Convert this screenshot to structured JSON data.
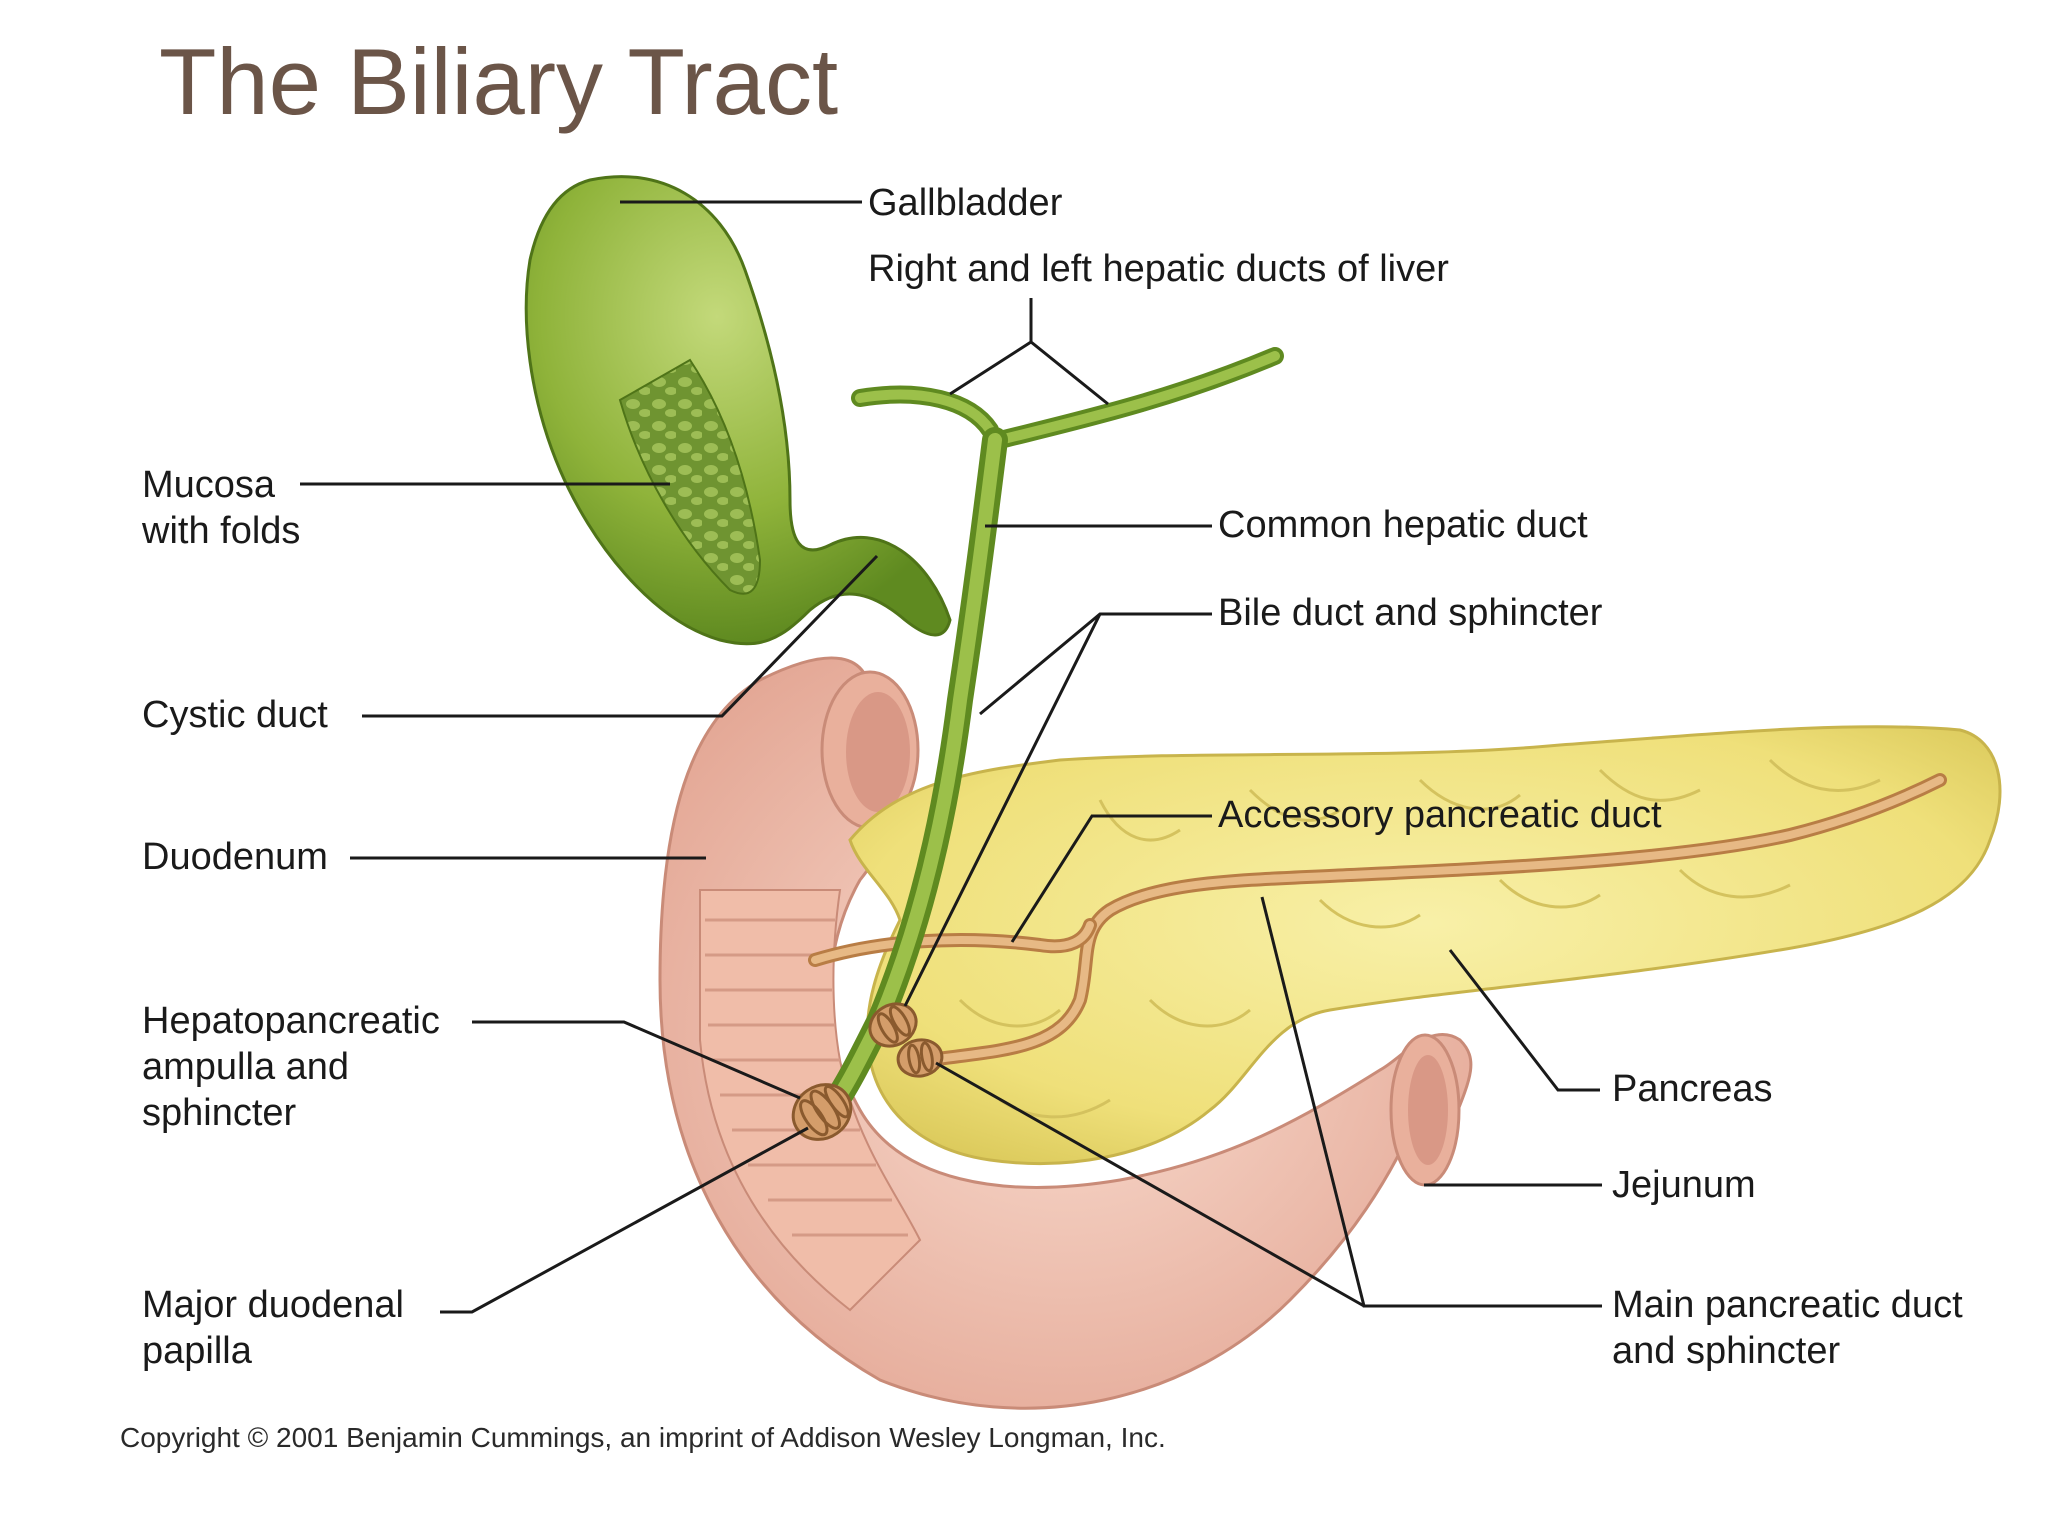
{
  "title": "The Biliary Tract",
  "labels": {
    "gallbladder": "Gallbladder",
    "hepatic_ducts": "Right and left hepatic ducts of liver",
    "mucosa_line1": "Mucosa",
    "mucosa_line2": "with folds",
    "common_hepatic_duct": "Common hepatic duct",
    "bile_duct": "Bile duct and sphincter",
    "cystic_duct": "Cystic duct",
    "accessory_pancreatic_duct": "Accessory pancreatic duct",
    "duodenum": "Duodenum",
    "ampulla_line1": "Hepatopancreatic",
    "ampulla_line2": "ampulla and",
    "ampulla_line3": "sphincter",
    "pancreas": "Pancreas",
    "jejunum": "Jejunum",
    "papilla_line1": "Major duodenal",
    "papilla_line2": "papilla",
    "main_duct_line1": "Main pancreatic duct",
    "main_duct_line2": "and sphincter"
  },
  "copyright": "Copyright © 2001 Benjamin Cummings, an imprint of Addison Wesley Longman, Inc.",
  "colors": {
    "title": "#6b5548",
    "gallbladder": "#8fb33a",
    "duct": "#7a9e2e",
    "duodenum": "#f2c7b6",
    "pancreas": "#f1e583",
    "pancreatic_duct": "#d9a56b"
  }
}
